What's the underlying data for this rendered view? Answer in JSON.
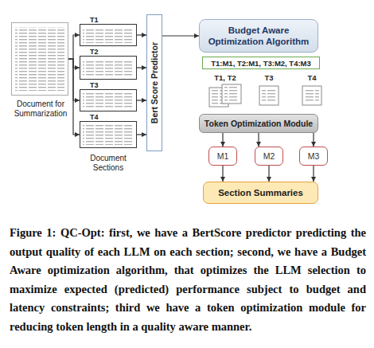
{
  "diagram": {
    "caption": "Figure 1: QC-Opt: first, we have a BertScore predictor predicting the output quality of each LLM on each section; second, we have a Budget Aware optimization algorithm, that optimizes the LLM selection to maximize expected (predicted) performance subject to budget and latency constraints; third we have a token optimization module for reducing token length in a quality aware manner.",
    "nodes": [
      {
        "text": [
          "Document for Summarization"
        ]
      },
      {
        "text": [
          "T1"
        ]
      },
      {
        "text": [
          "T2"
        ]
      },
      {
        "text": [
          "T3"
        ]
      },
      {
        "text": [
          "T4"
        ]
      },
      {
        "text": [
          "Bert Score Predictor"
        ]
      },
      {
        "text": [
          "Budget Aware Optimization Algorithm"
        ]
      },
      {
        "text": [
          "T1:M1, T2:M1, T3:M2, T4:M3"
        ]
      },
      {
        "text": [
          "T1, T2"
        ]
      },
      {
        "text": [
          "T3"
        ]
      },
      {
        "text": [
          "T4"
        ]
      },
      {
        "text": [
          "Token Optimization Module"
        ]
      },
      {
        "text": [
          "M1"
        ]
      },
      {
        "text": [
          "M2"
        ]
      },
      {
        "text": [
          "M3"
        ]
      },
      {
        "text": [
          "Section Summaries"
        ]
      }
    ],
    "edges": [
      {
        "from": 0,
        "to": 1,
        "arrow": "to"
      },
      {
        "from": 0,
        "to": 2,
        "arrow": "to"
      },
      {
        "from": 0,
        "to": 3,
        "arrow": "to"
      },
      {
        "from": 0,
        "to": 4,
        "arrow": "to"
      },
      {
        "from": 1,
        "to": 5,
        "arrow": "to"
      },
      {
        "from": 2,
        "to": 5,
        "arrow": "to"
      },
      {
        "from": 3,
        "to": 5,
        "arrow": "to"
      },
      {
        "from": 4,
        "to": 5,
        "arrow": "to"
      },
      {
        "from": 5,
        "to": 6,
        "arrow": "to"
      },
      {
        "from": 11,
        "to": 12,
        "arrow": "to"
      },
      {
        "from": 11,
        "to": 13,
        "arrow": "to"
      },
      {
        "from": 11,
        "to": 14,
        "arrow": "to"
      },
      {
        "from": 12,
        "to": 15,
        "arrow": "to"
      },
      {
        "from": 13,
        "to": 15,
        "arrow": "to"
      },
      {
        "from": 14,
        "to": 15,
        "arrow": "to"
      }
    ],
    "labels": [
      "Document Sections"
    ]
  }
}
